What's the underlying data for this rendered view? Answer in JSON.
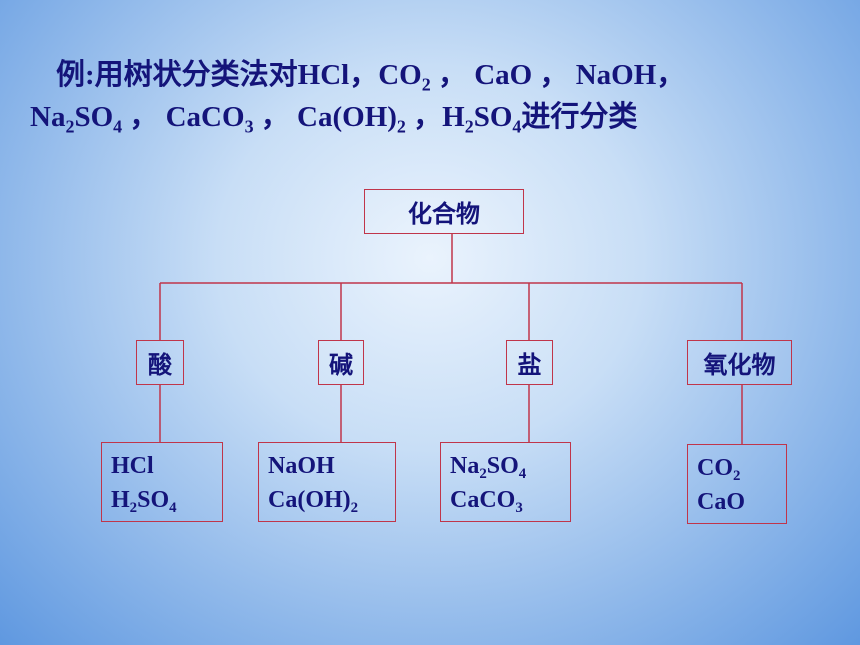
{
  "title": {
    "line1": [
      {
        "t": "例:用树状分类法对HCl，CO"
      },
      {
        "sub": "2"
      },
      {
        "t": " ， CaO ， NaOH，"
      }
    ],
    "line2": [
      {
        "t": "Na"
      },
      {
        "sub": "2"
      },
      {
        "t": "SO"
      },
      {
        "sub": "4"
      },
      {
        "t": " ，  CaCO"
      },
      {
        "sub": "3"
      },
      {
        "t": " ，  Ca(OH)"
      },
      {
        "sub": "2"
      },
      {
        "t": " ，H"
      },
      {
        "sub": "2"
      },
      {
        "t": "SO"
      },
      {
        "sub": "4"
      },
      {
        "t": "进行分类"
      }
    ]
  },
  "root": {
    "label": "化合物"
  },
  "categories": [
    {
      "label": "酸",
      "members": [
        [
          {
            "t": "HCl"
          }
        ],
        [
          {
            "t": "H"
          },
          {
            "sub": "2"
          },
          {
            "t": "SO"
          },
          {
            "sub": "4"
          }
        ]
      ]
    },
    {
      "label": "碱",
      "members": [
        [
          {
            "t": "NaOH"
          }
        ],
        [
          {
            "t": "Ca(OH)"
          },
          {
            "sub": "2"
          }
        ]
      ]
    },
    {
      "label": "盐",
      "members": [
        [
          {
            "t": "Na"
          },
          {
            "sub": "2"
          },
          {
            "t": "SO"
          },
          {
            "sub": "4"
          }
        ],
        [
          {
            "t": "CaCO"
          },
          {
            "sub": "3"
          }
        ]
      ]
    },
    {
      "label": "氧化物",
      "members": [
        [
          {
            "t": "CO"
          },
          {
            "sub": "2"
          }
        ],
        [
          {
            "t": "CaO"
          }
        ]
      ]
    }
  ],
  "colors": {
    "text": "#14147a",
    "line": "#c0354a"
  }
}
